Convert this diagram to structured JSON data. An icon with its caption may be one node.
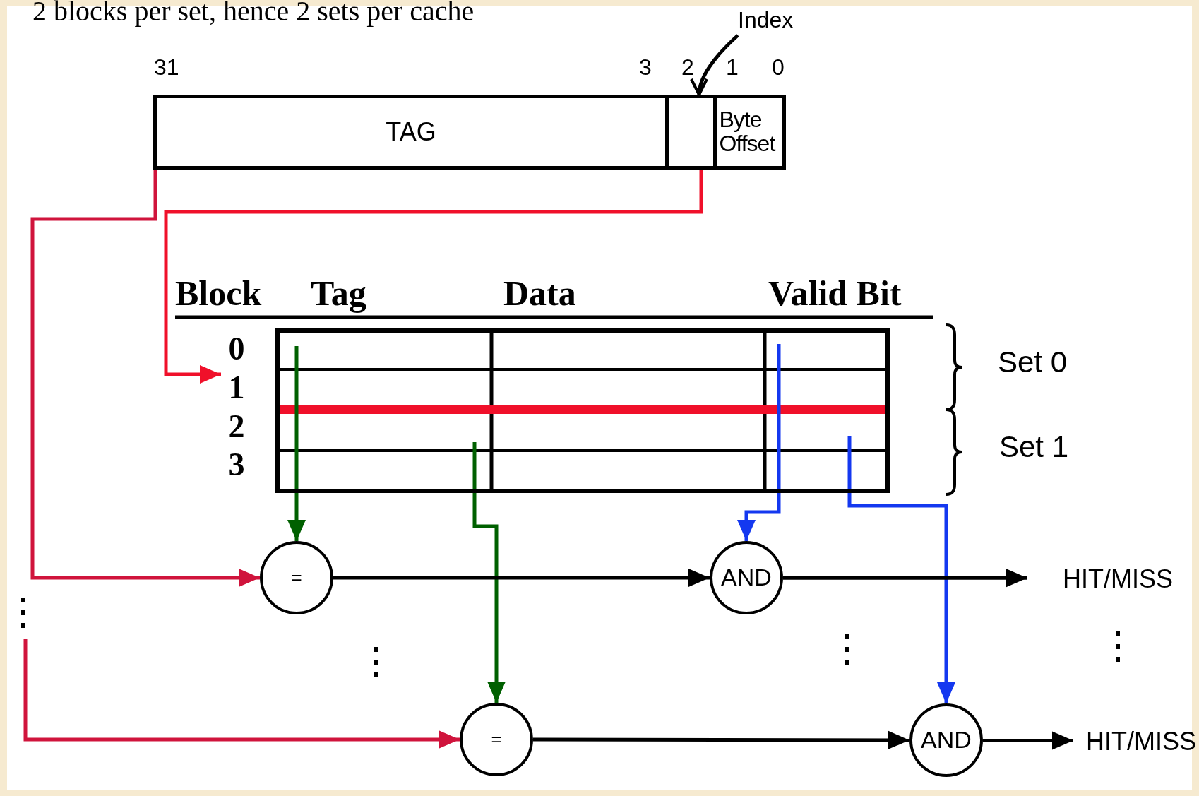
{
  "diagram": {
    "nodes": [
      {
        "text": [
          "TAG"
        ]
      },
      {
        "text": [],
        "shape": "box"
      },
      {
        "text": [
          "Byte Offset"
        ]
      },
      {
        "text": [
          "Index"
        ]
      },
      {
        "text": [
          "0"
        ]
      },
      {
        "text": [
          "1"
        ]
      },
      {
        "text": [
          "2"
        ]
      },
      {
        "text": [
          "3"
        ]
      },
      {
        "text": [],
        "shape": "box"
      },
      {
        "text": [
          "="
        ]
      },
      {
        "text": [
          "AND"
        ]
      },
      {
        "text": [
          "HIT/MISS"
        ]
      },
      {
        "text": [
          "="
        ]
      },
      {
        "text": [
          "AND"
        ]
      },
      {
        "text": [
          "HIT/MISS"
        ]
      }
    ],
    "edges": [
      {
        "from": 3,
        "to": 1,
        "arrow": "to"
      },
      {
        "from": 0,
        "to": 9,
        "arrow": "to",
        "color": "#d0143c"
      },
      {
        "from": 1,
        "to": 5,
        "arrow": "to",
        "color": "#f0102a"
      },
      {
        "from": null,
        "to": 12,
        "arrow": "to",
        "color": "#d0143c"
      },
      {
        "from": 8,
        "to": 9,
        "arrow": "to",
        "color": "#006000"
      },
      {
        "from": 8,
        "to": 12,
        "arrow": "to",
        "color": "#006000"
      },
      {
        "from": 8,
        "to": 10,
        "arrow": "to",
        "color": "#1438f0"
      },
      {
        "from": 8,
        "to": 13,
        "arrow": "to",
        "color": "#1438f0"
      },
      {
        "from": 9,
        "to": 10,
        "arrow": "to"
      },
      {
        "from": 10,
        "to": 11,
        "arrow": "to"
      },
      {
        "from": 12,
        "to": 13,
        "arrow": "to"
      },
      {
        "from": 13,
        "to": 14,
        "arrow": "to"
      }
    ],
    "labels": [
      "2 blocks per set, hence 2 sets per cache",
      "31",
      "3",
      "2",
      "1",
      "0",
      "Block",
      "Tag",
      "Data",
      "Valid Bit",
      "Set 0",
      "Set 1"
    ]
  }
}
